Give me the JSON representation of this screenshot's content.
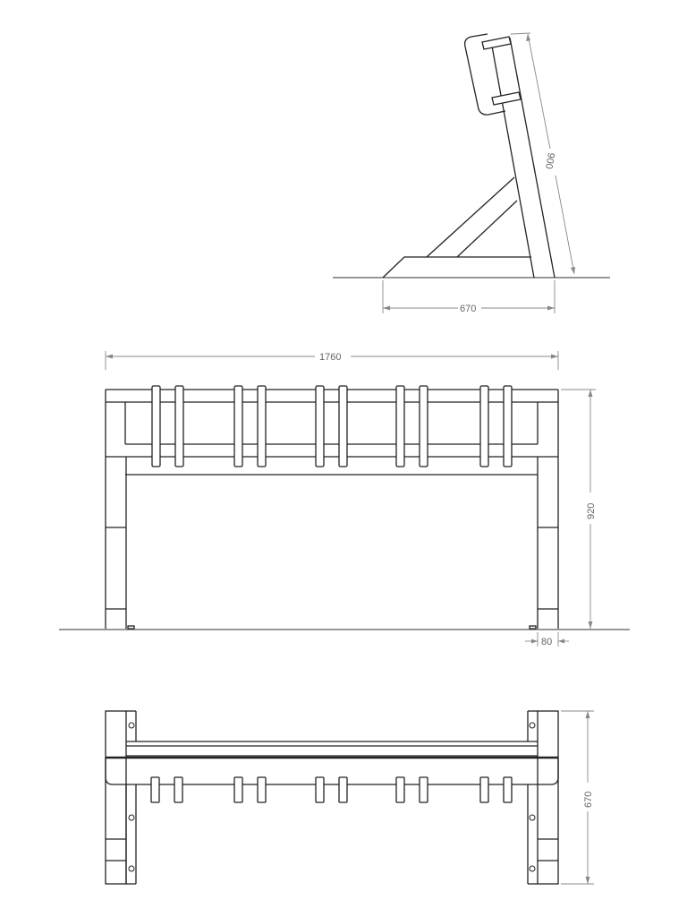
{
  "drawing": {
    "type": "technical-drawing",
    "subject": "bench / bike rack frame — side, front and top views",
    "views": [
      {
        "name": "side-view",
        "dimensions": {
          "height_inclined": "900",
          "depth": "670"
        }
      },
      {
        "name": "front-view",
        "dimensions": {
          "width": "1760",
          "height": "920",
          "post_width": "80"
        }
      },
      {
        "name": "top-view",
        "dimensions": {
          "depth": "670"
        }
      }
    ]
  },
  "labels": {
    "side_height": "900",
    "side_depth": "670",
    "front_width": "1760",
    "front_height": "920",
    "front_post": "80",
    "top_depth": "670"
  },
  "colors": {
    "line": "#222222",
    "dimension": "#888888",
    "ground": "#777777",
    "background": "#ffffff"
  }
}
